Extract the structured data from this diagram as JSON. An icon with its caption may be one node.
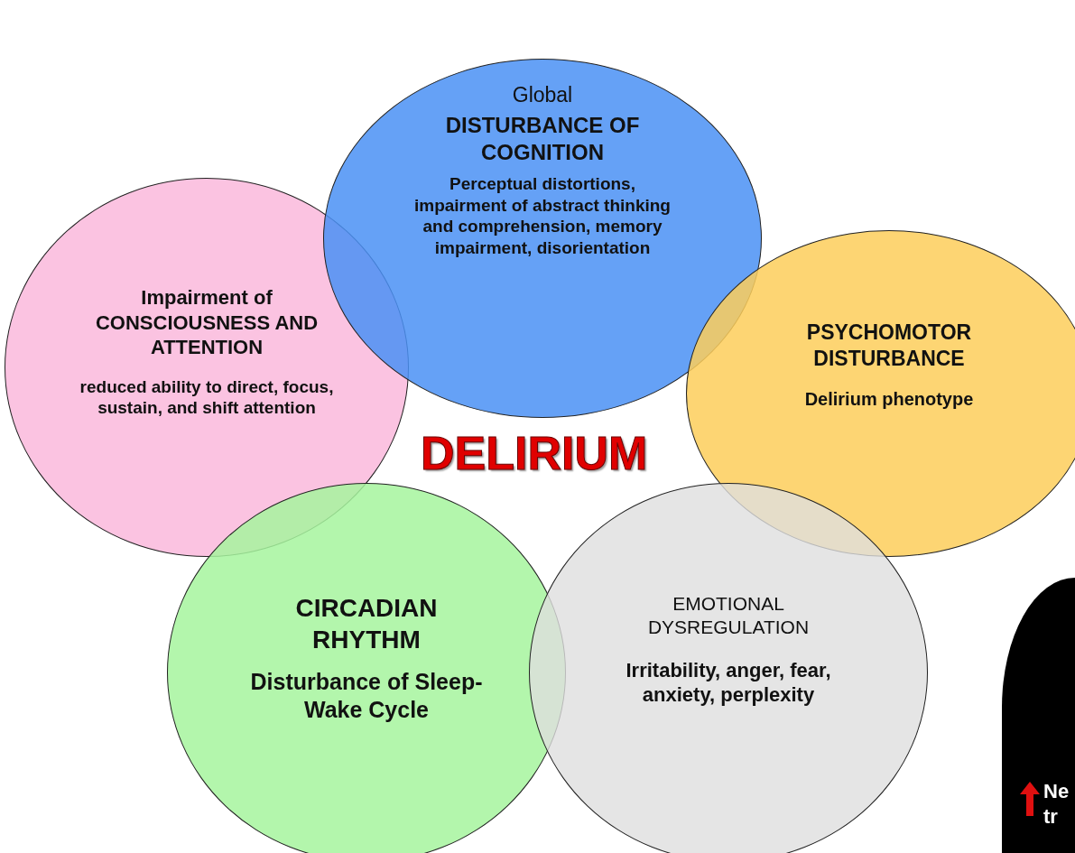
{
  "diagram": {
    "nodes": [
      {
        "text": [
          "Global",
          "DISTURBANCE OF COGNITION",
          "Perceptual distortions, impairment of abstract thinking and comprehension, memory impairment, disorientation"
        ]
      },
      {
        "text": [
          "Impairment of CONSCIOUSNESS AND ATTENTION",
          "reduced ability to direct, focus, sustain, and shift attention"
        ]
      },
      {
        "text": [
          "PSYCHOMOTOR DISTURBANCE",
          "Delirium phenotype"
        ]
      },
      {
        "text": [
          "CIRCADIAN RHYTHM",
          "Disturbance of Sleep-Wake Cycle"
        ]
      },
      {
        "text": [
          "EMOTIONAL DYSREGULATION",
          "Irritability, anger, fear, anxiety, perplexity"
        ]
      }
    ],
    "labels": [
      "DELIRIUM",
      "Ne",
      "tr"
    ]
  }
}
